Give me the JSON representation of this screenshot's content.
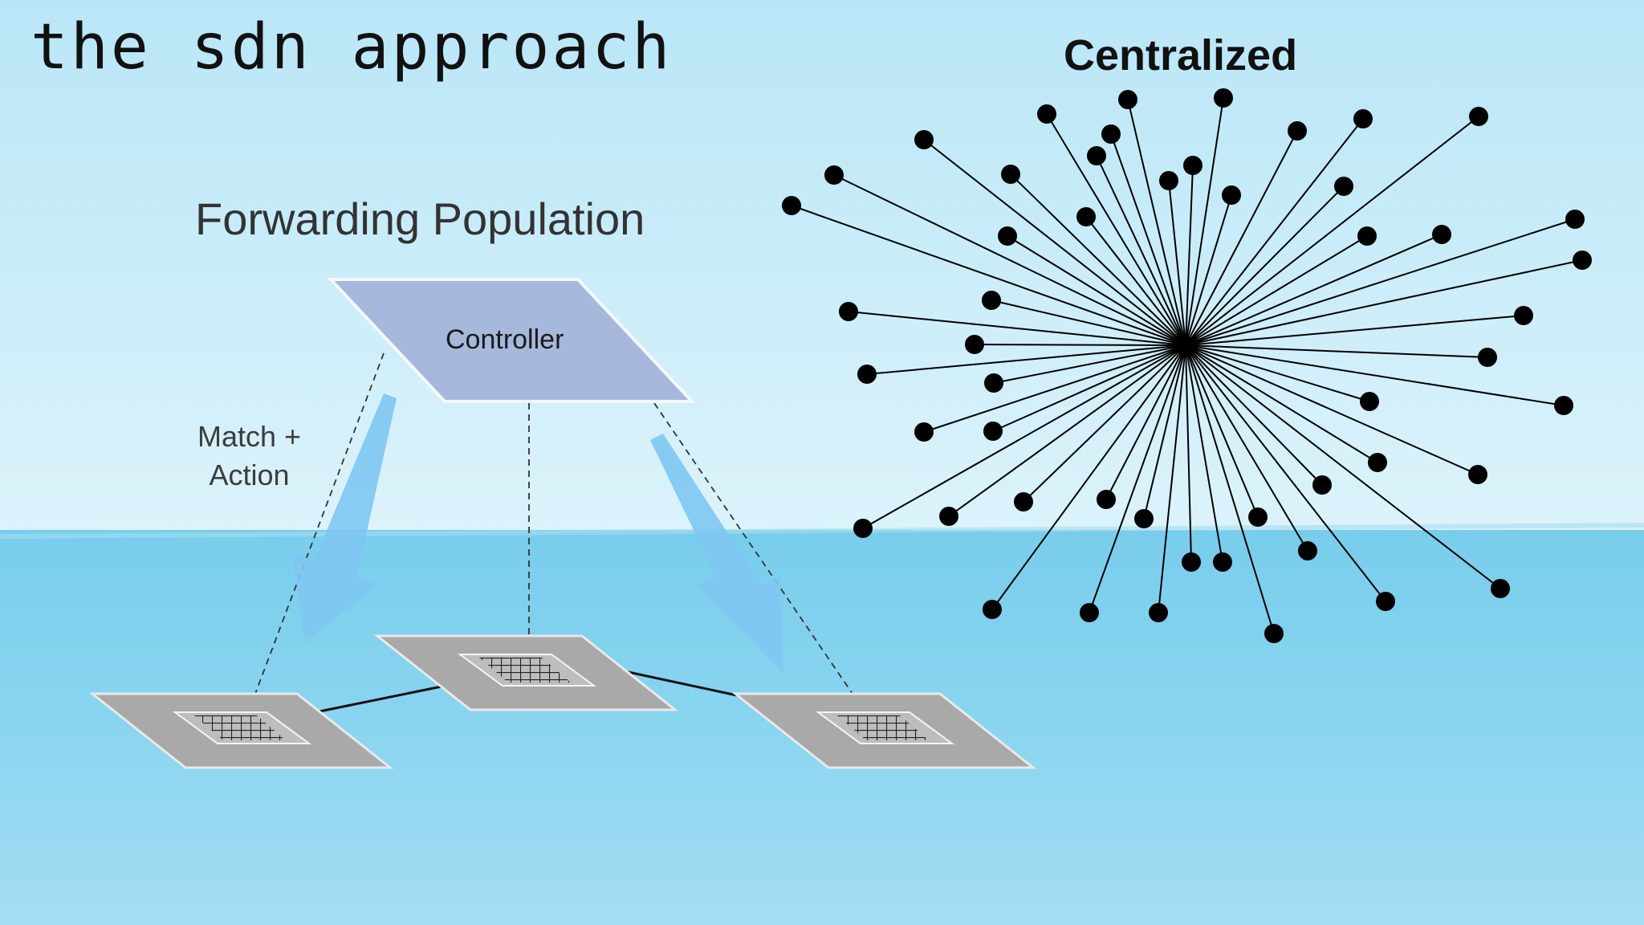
{
  "slide": {
    "title": "the sdn approach",
    "forwarding_title": "Forwarding Population",
    "controller_label": "Controller",
    "match_action_line1": "Match +",
    "match_action_line2": "Action",
    "centralized_title": "Centralized"
  },
  "colors": {
    "sky_top": "#bfe8f8",
    "sky_bottom": "#d8f2fb",
    "sea_top": "#7fd0ee",
    "sea_bottom": "#93d8f0",
    "controller_fill": "#a6b8dc",
    "switch_fill": "#a9a9a9",
    "arrow_fill": "#7ec7f2",
    "node_color": "#000000"
  },
  "icons": [
    "controller-plane",
    "switch-plane",
    "flow-table-grid",
    "down-arrow",
    "network-node"
  ]
}
